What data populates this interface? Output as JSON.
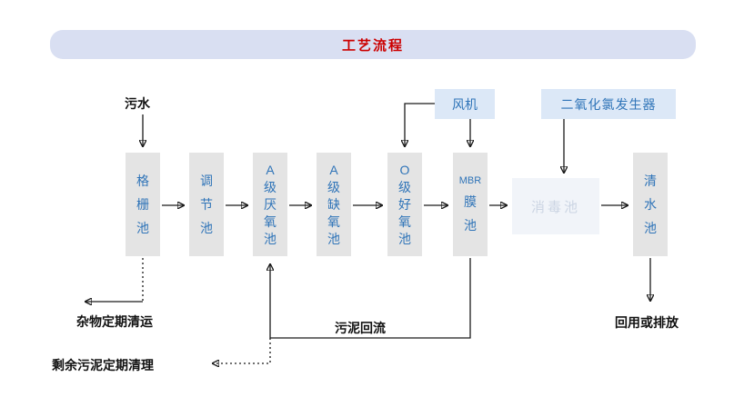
{
  "title": "工艺流程",
  "flow": {
    "influent_label": "污水",
    "nodes": [
      {
        "id": "grid-tank",
        "lines": [
          "格",
          "栅",
          "池"
        ]
      },
      {
        "id": "regulating-tank",
        "lines": [
          "调",
          "节",
          "池"
        ]
      },
      {
        "id": "anaerobic-tank",
        "lines": [
          "A",
          "级",
          "厌",
          "氧",
          "池"
        ]
      },
      {
        "id": "anoxic-tank",
        "lines": [
          "A",
          "级",
          "缺",
          "氧",
          "池"
        ]
      },
      {
        "id": "aerobic-tank",
        "lines": [
          "O",
          "级",
          "好",
          "氧",
          "池"
        ]
      },
      {
        "id": "mbr-tank",
        "lines": [
          "MBR",
          "膜",
          "池"
        ]
      },
      {
        "id": "clearwater-tank",
        "lines": [
          "清",
          "水",
          "池"
        ]
      }
    ],
    "disinfection_label": "消毒池",
    "fan_label": "风机",
    "chlorine_generator_label": "二氧化氯发生器",
    "debris_label": "杂物定期清运",
    "sludge_return_label": "污泥回流",
    "excess_sludge_label": "剩余污泥定期清理",
    "effluent_label": "回用或排放"
  },
  "colors": {
    "banner_bg": "#d9dff2",
    "title_text": "#cc0000",
    "node_bg": "#e4e4e4",
    "node_text": "#2f74b8",
    "aux_bg": "#dce8f7",
    "disinfection_bg": "#f1f4f9",
    "disinfection_text": "#ccd5e3",
    "line": "#1a1a1a"
  }
}
